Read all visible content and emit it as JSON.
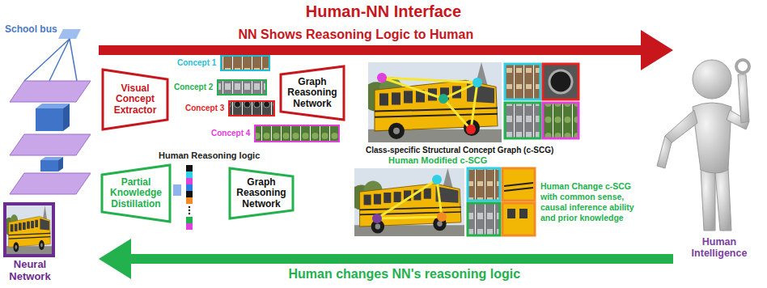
{
  "diagram": {
    "title": "Human-NN Interface",
    "nodes": [
      {
        "text": [
          "Neural Network"
        ]
      },
      {
        "text": [
          "Visual Concept Extractor"
        ]
      },
      {
        "text": [
          "Concept 1"
        ]
      },
      {
        "text": [
          "Concept 2"
        ]
      },
      {
        "text": [
          "Concept 3"
        ]
      },
      {
        "text": [
          "Concept 4"
        ]
      },
      {
        "text": [
          "Graph Reasoning Network"
        ]
      },
      {
        "text": [
          "Class-specific Structural Concept Graph (c-SCG)"
        ]
      },
      {
        "text": [
          "Partial Knowledge Distillation"
        ]
      },
      {
        "text": [
          "Graph Reasoning Network"
        ]
      },
      {
        "text": [
          "Human Modified c-SCG"
        ]
      },
      {
        "text": [
          "Human Intelligence"
        ]
      }
    ],
    "edges": [
      {
        "from": 0,
        "to": 11,
        "arrow": "to",
        "label": "NN Shows Reasoning Logic to Human"
      },
      {
        "from": 11,
        "to": 0,
        "arrow": "to",
        "label": "Human changes NN's reasoning logic"
      }
    ],
    "labels": [
      "School bus",
      "Human Reasoning logic",
      "Human Change c-SCG with common sense, causal inference ability and prior knowledge"
    ]
  }
}
